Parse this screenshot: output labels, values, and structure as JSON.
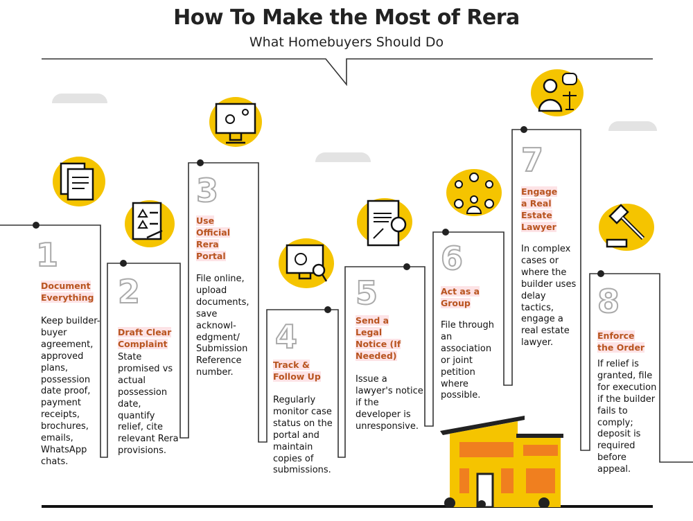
{
  "header": {
    "title": "How To Make the Most of Rera",
    "subtitle": "What Homebuyers Should Do"
  },
  "colors": {
    "accent": "#f5c400",
    "title_orange": "#b8541f",
    "highlight": "#fde3e6",
    "house_orange": "#f07f1f"
  },
  "steps": [
    {
      "number": "1",
      "title": "Document Everything",
      "body": "Keep builder-buyer agreement, approved plans, possession date proof, payment receipts, brochures, emails, WhatsApp chats.",
      "icon": "documents-icon"
    },
    {
      "number": "2",
      "title": "Draft Clear Complaint",
      "body": "State promised vs actual possession date, quantify relief, cite relevant Rera provisions.",
      "icon": "complaint-form-icon"
    },
    {
      "number": "3",
      "title": "Use Official Rera Portal",
      "body": "File online, upload documents, save acknowl-edgment/ Submission Reference number.",
      "icon": "online-portal-icon"
    },
    {
      "number": "4",
      "title": "Track & Follow Up",
      "body": "Regularly monitor case status on the portal and maintain copies of submissions.",
      "icon": "monitor-search-icon"
    },
    {
      "number": "5",
      "title": "Send a Legal Notice (If Needed)",
      "body": "Issue a lawyer's notice if the developer is unresponsive.",
      "icon": "legal-notice-icon"
    },
    {
      "number": "6",
      "title": "Act as a Group",
      "body": "File through an association or joint petition where possible.",
      "icon": "group-icon"
    },
    {
      "number": "7",
      "title": "Engage a Real Estate Lawyer",
      "body": "In complex cases or where the builder uses delay tactics, engage a real estate lawyer.",
      "icon": "lawyer-icon"
    },
    {
      "number": "8",
      "title": "Enforce the Order",
      "body": "If relief is granted, file for execution if the builder fails to comply; deposit is required before appeal.",
      "icon": "gavel-icon"
    }
  ]
}
